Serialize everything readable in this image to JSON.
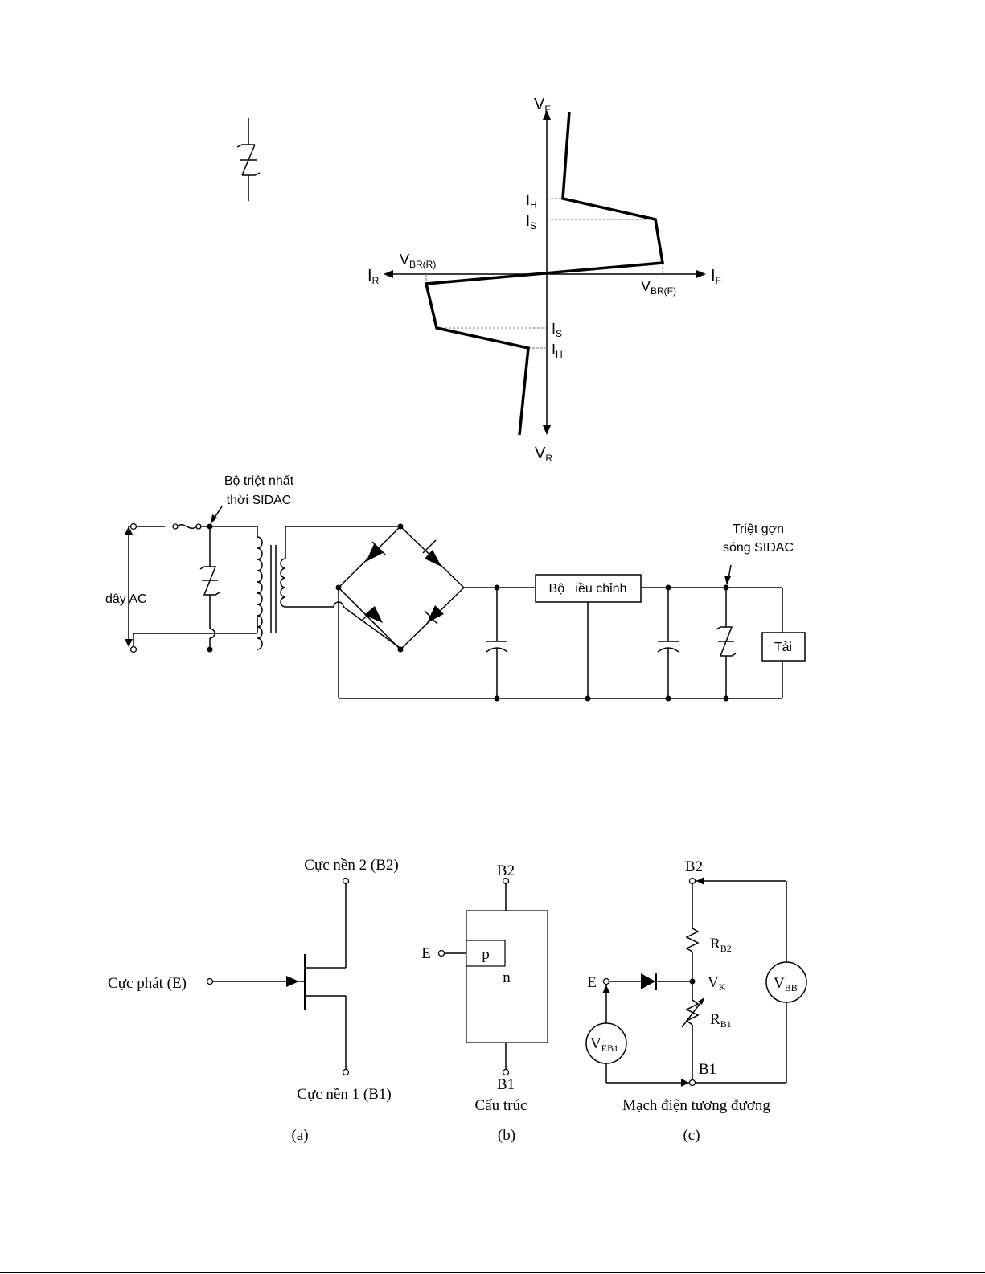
{
  "vi_curve": {
    "axis_vf": "V",
    "axis_vf_sub": "F",
    "axis_vr": "V",
    "axis_vr_sub": "R",
    "axis_if": "I",
    "axis_if_sub": "F",
    "axis_ir": "I",
    "axis_ir_sub": "R",
    "ih_top": "I",
    "ih_top_sub": "H",
    "is_top": "I",
    "is_top_sub": "S",
    "vbr_r": "V",
    "vbr_r_sub": "BR(R)",
    "vbr_f": "V",
    "vbr_f_sub": "BR(F)",
    "is_bottom": "I",
    "is_bottom_sub": "S",
    "ih_bottom": "I",
    "ih_bottom_sub": "H"
  },
  "sidac_circuit": {
    "suppressor_line1": "Bộ triệt nhất",
    "suppressor_line2": "thời SIDAC",
    "ac_label": "dây AC",
    "regulator_label": "Bộ   iều chỉnh",
    "ripple_line1": "Triệt gợn",
    "ripple_line2": "sóng SIDAC",
    "load_label": "Tải"
  },
  "ujt": {
    "symbol": {
      "b2_label": "Cực nền 2 (B2)",
      "emitter_label": "Cực phát (E)",
      "b1_label": "Cực nền 1 (B1)",
      "caption": "(a)"
    },
    "structure": {
      "b2": "B2",
      "e": "E",
      "p": "p",
      "n": "n",
      "b1": "B1",
      "title": "Cấu trúc",
      "caption": "(b)"
    },
    "equivalent": {
      "b2": "B2",
      "rb2": "R",
      "rb2_sub": "B2",
      "e": "E",
      "vk": "V",
      "vk_sub": "K",
      "rb1": "R",
      "rb1_sub": "B1",
      "vbb": "V",
      "vbb_sub": "BB",
      "veb1": "V",
      "veb1_sub": "EB1",
      "b1": "B1",
      "title": "Mạch điện tương đương",
      "caption": "(c)"
    }
  }
}
